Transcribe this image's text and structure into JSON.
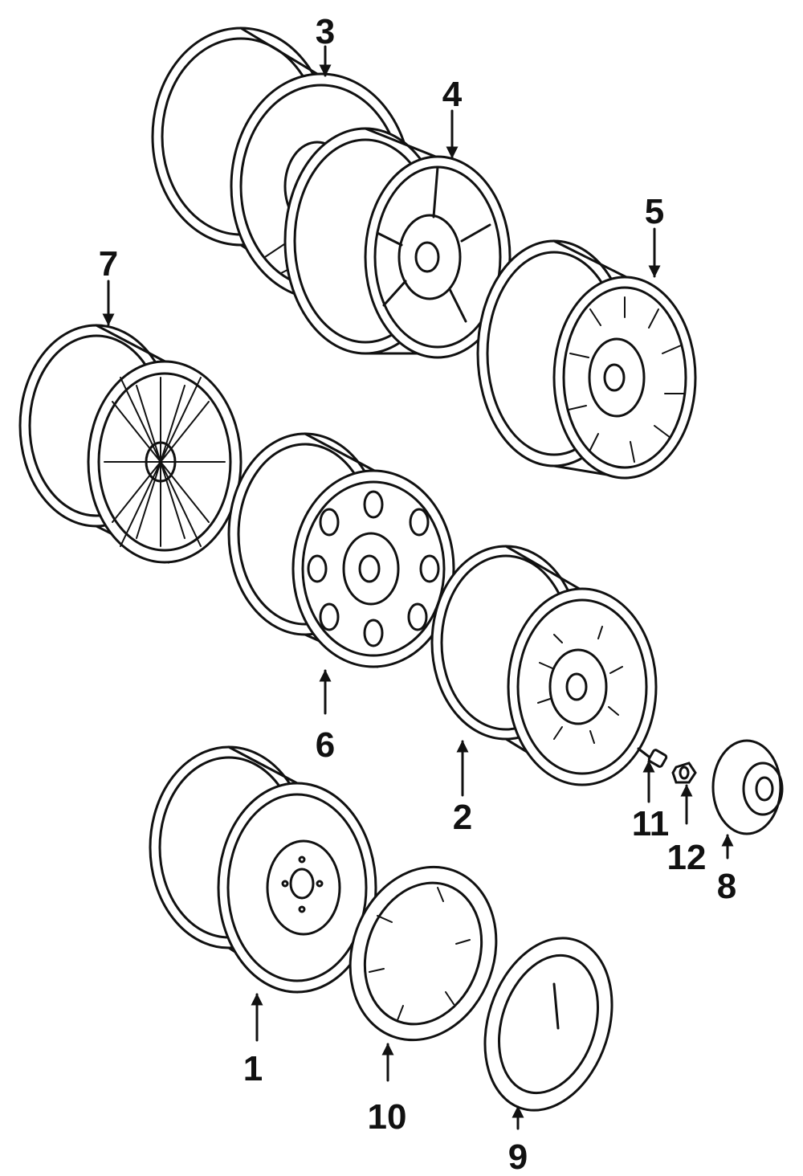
{
  "labels": {
    "c1": "1",
    "c2": "2",
    "c3": "3",
    "c4": "4",
    "c5": "5",
    "c6": "6",
    "c7": "7",
    "c8": "8",
    "c9": "9",
    "c10": "10",
    "c11": "11",
    "c12": "12"
  }
}
